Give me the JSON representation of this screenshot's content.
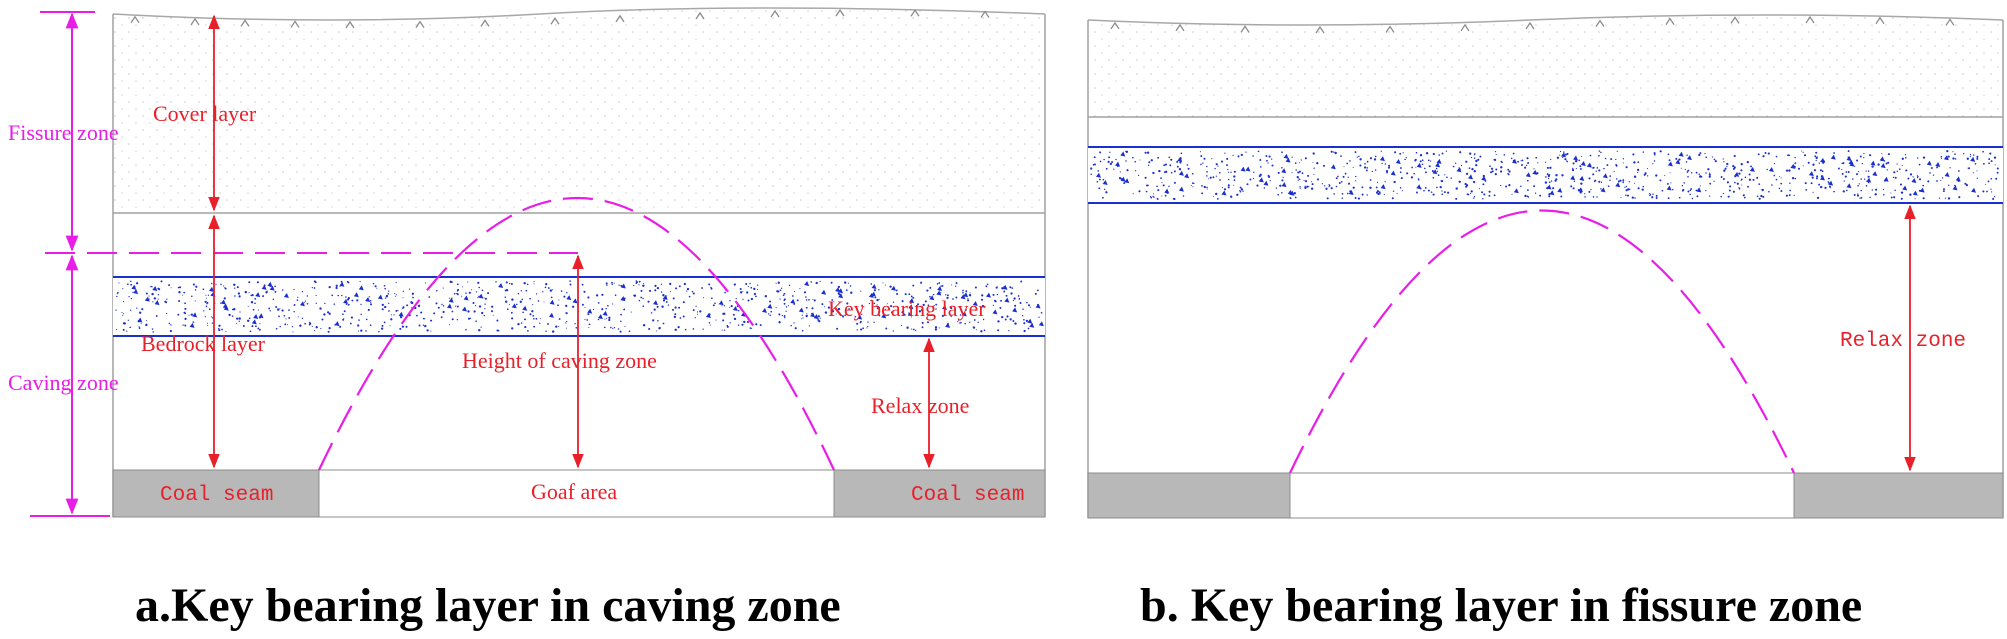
{
  "colors": {
    "label_red": "#e8202a",
    "zone_magenta": "#e81ee8",
    "key_layer_blue": "#1b2fd0",
    "coal_gray": "#b8b8b8",
    "outline_gray": "#999999"
  },
  "panel_a": {
    "caption": "a.Key bearing layer in caving zone",
    "zones": {
      "fissure": "Fissure zone",
      "caving": "Caving zone"
    },
    "labels": {
      "cover_layer": "Cover layer",
      "key_bearing_layer": "Key bearing layer",
      "bedrock_layer": "Bedrock layer",
      "height_of_caving_zone": "Height of caving zone",
      "relax_zone": "Relax zone",
      "coal_seam_left": "Coal seam",
      "goaf_area": "Goaf area",
      "coal_seam_right": "Coal seam"
    }
  },
  "panel_b": {
    "caption": "b. Key bearing layer in fissure zone",
    "labels": {
      "relax_zone": "Relax zone"
    }
  }
}
